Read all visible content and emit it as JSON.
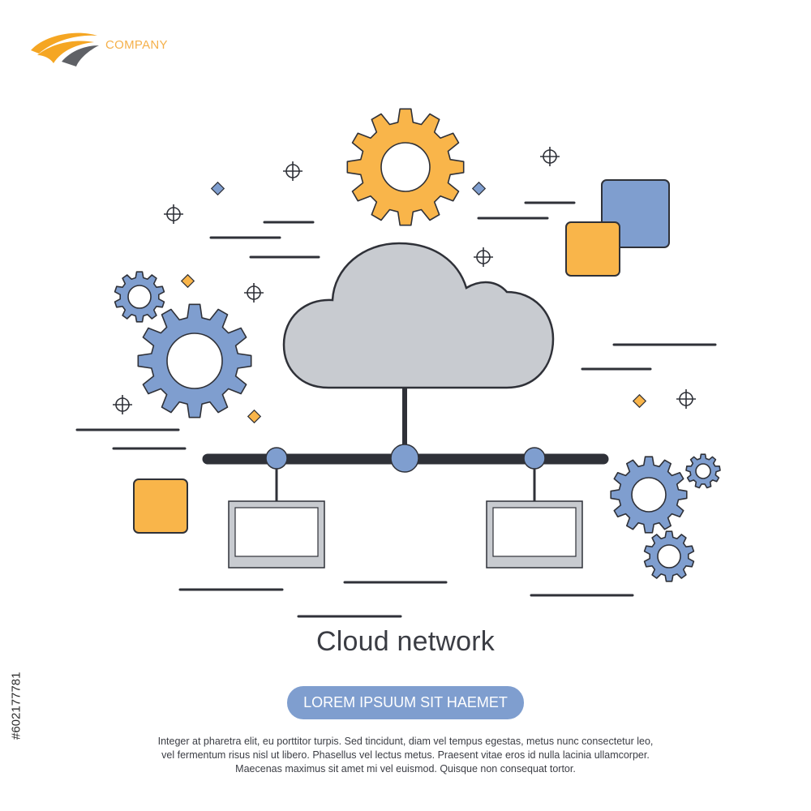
{
  "brand": {
    "name": "COMPANY"
  },
  "title": "Cloud network",
  "cta": {
    "label": "LOREM IPSUUM SIT HAEMET"
  },
  "description": [
    "Integer at pharetra elit, eu porttitor turpis. Sed tincidunt, diam vel tempus egestas, metus nunc consectetur leo,",
    "vel fermentum risus nisl ut libero. Phasellus vel lectus metus. Praesent vitae eros id nulla lacinia ullamcorper.",
    "Maecenas maximus sit amet mi vel euismod. Quisque non consequat tortor."
  ],
  "stock_id": "#602177781",
  "icons": [
    "cloud-icon",
    "gear-icon",
    "computer-icon",
    "network-node-icon",
    "crosshair-icon",
    "diamond-icon",
    "square-icon"
  ],
  "colors": {
    "orange": "#f9b54a",
    "blue": "#7f9ecf",
    "cloud_gray": "#c8cbd0",
    "outline": "#3b3d44"
  }
}
